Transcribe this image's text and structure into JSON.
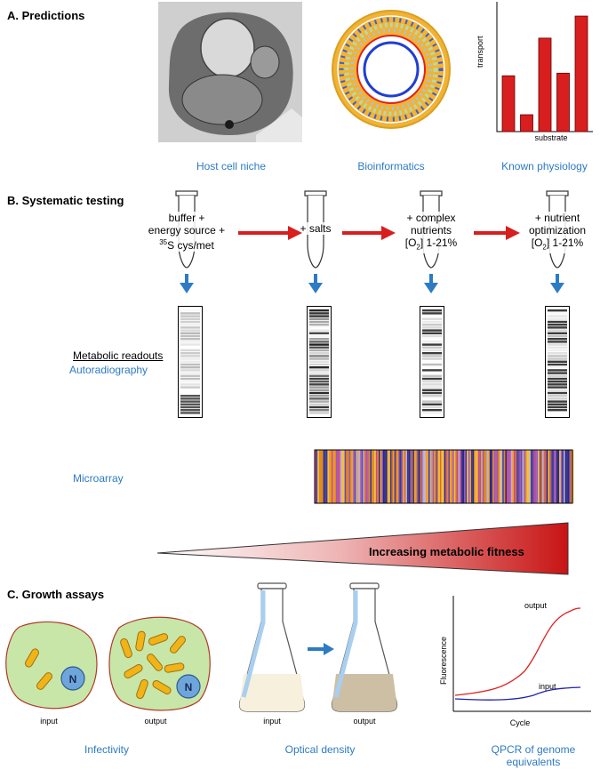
{
  "sectionA": {
    "title": "A.  Predictions",
    "captions": [
      "Host cell niche",
      "Bioinformatics",
      "Known physiology"
    ],
    "bar_chart": {
      "ylabel": "transport",
      "xlabel": "substrate",
      "values": [
        0.43,
        0.13,
        0.72,
        0.45,
        0.89
      ],
      "bar_color": "#d81e1e"
    }
  },
  "sectionB": {
    "title": "B.  Systematic testing",
    "tubes": [
      {
        "line1": "buffer +",
        "line2": "energy source +",
        "line3_sup": "35",
        "line3": "S cys/met"
      },
      {
        "line1": "+ salts",
        "line2": "",
        "line3": ""
      },
      {
        "line1": "+ complex",
        "line2": "nutrients",
        "line3_pre": "[O",
        "line3_sub": "2",
        "line3": "] 1-21%"
      },
      {
        "line1": "+ nutrient",
        "line2": "optimization",
        "line3_pre": "[O",
        "line3_sub": "2",
        "line3": "] 1-21%"
      }
    ],
    "readouts_header": "Metabolic readouts",
    "autoradiography": "Autoradiography",
    "microarray": "Microarray",
    "fitness": "Increasing metabolic fitness",
    "arrow_color": "#d81e1e",
    "down_arrow_color": "#2d7bc4"
  },
  "sectionC": {
    "title": "C.  Growth assays",
    "cell_input": "input",
    "cell_output": "output",
    "nucleus": "N",
    "flask_input": "input",
    "flask_output": "output",
    "captions": [
      "Infectivity",
      "Optical density",
      "QPCR of genome",
      "equivalents"
    ],
    "qpcr": {
      "ylabel": "Fluorescence",
      "xlabel": "Cycle",
      "series": [
        {
          "name": "output",
          "color": "#e02020"
        },
        {
          "name": "input",
          "color": "#2020b0"
        }
      ]
    }
  }
}
